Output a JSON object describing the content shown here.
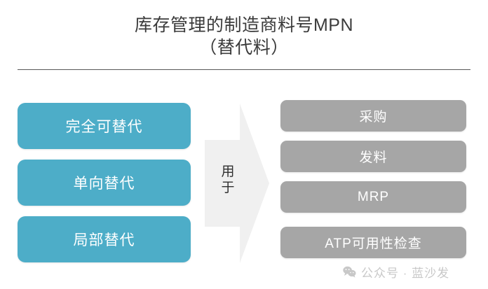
{
  "title": {
    "line1": "库存管理的制造商料号MPN",
    "line2": "（替代料）"
  },
  "left_column": {
    "items": [
      {
        "label": "完全可替代"
      },
      {
        "label": "单向替代"
      },
      {
        "label": "局部替代"
      }
    ]
  },
  "connector": {
    "label_char_1": "用",
    "label_char_2": "于"
  },
  "right_column": {
    "items": [
      {
        "label": "采购"
      },
      {
        "label": "发料"
      },
      {
        "label": "MRP"
      },
      {
        "label": "ATP可用性检查"
      }
    ]
  },
  "watermark": {
    "icon": "wechat-icon",
    "text": "公众号 · 蓝沙发"
  },
  "colors": {
    "teal": "#4dadc8",
    "gray": "#a6a6a6",
    "arrow": "#f0f0f0",
    "title_text": "#3b3b3b",
    "rule": "#585858",
    "watermark_text": "#c8c8c8"
  }
}
